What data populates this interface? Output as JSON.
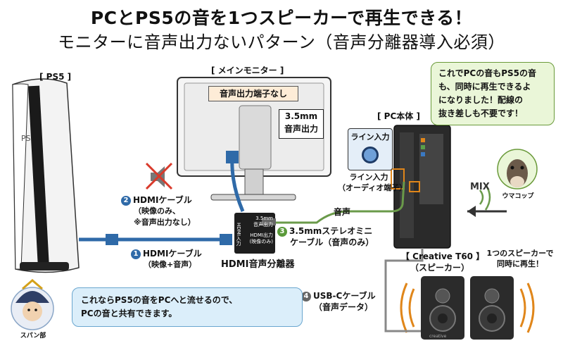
{
  "title": {
    "line1": "PCとPS5の音を1つスピーカーで再生できる！",
    "line2": "モニターに音声出力ないパターン（音声分離器導入必須）"
  },
  "ps5": {
    "label": "[ PS5 ]"
  },
  "monitor": {
    "label": "[ メインモニター ]",
    "no_audio": "音声出力端子なし",
    "out_3_5_line1": "3.5mm",
    "out_3_5_line2": "音声出力"
  },
  "pc": {
    "label": "[ PC本体 ]",
    "line_in_box": "ライン入力",
    "line_in_line1": "ライン入力",
    "line_in_line2": "（オーディオ端子）"
  },
  "mix_label": "MIX",
  "cables": {
    "c1": {
      "num": "1",
      "line1": "HDMIケーブル",
      "line2": "（映像+音声）"
    },
    "c2": {
      "num": "2",
      "line1": "HDMIケーブル",
      "line2": "（映像のみ、",
      "line3": "※音声出力なし）"
    },
    "c3": {
      "num": "3",
      "line1": "3.5mmステレオミニ",
      "line2": "ケーブル（音声のみ）",
      "above": "音声"
    },
    "c4": {
      "num": "4",
      "line1": "USB-Cケーブル",
      "line2": "（音声データ）"
    }
  },
  "splitter": {
    "caption": "HDMI音声分離器",
    "port_audio_line1": "3.5mm",
    "port_audio_line2": "音声出力",
    "port_hdmi_line1": "HDMI出力",
    "port_hdmi_line2": "(映像のみ)",
    "port_in": "HDMI入力"
  },
  "speaker": {
    "label_line1": "【 Creative T60 】",
    "label_line2": "（スピーカー）",
    "note_line1": "1つのスピーカーで",
    "note_line2": "同時に再生！",
    "brand": "creative"
  },
  "horse": {
    "name": "ウマコップ",
    "bubble_line1": "これでPCの音もPS5の音",
    "bubble_line2": "も、同時に再生できるよ",
    "bubble_line3": "になりました！配線の",
    "bubble_line4": "抜き差しも不要です！"
  },
  "samurai": {
    "name": "スパン部",
    "bubble_line1": "これならPS5の音をPCへと流せるので、",
    "bubble_line2": "PCの音と共有できます。"
  },
  "colors": {
    "hdmi_blue": "#2f6aa8",
    "audio_green": "#6a9a4a",
    "accent_orange": "#e0861a",
    "bubble_green": "#eaf6d8",
    "bubble_blue": "#dbeefa"
  }
}
